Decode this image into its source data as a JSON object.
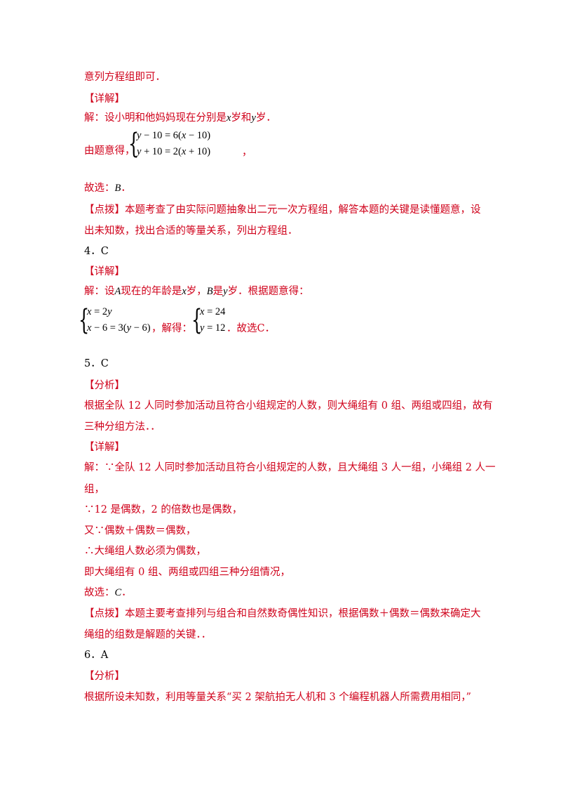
{
  "lines": {
    "l1": "意列方程组即可．",
    "l2": "【详解】",
    "l3a": "解：设小明和他妈妈现在分别是",
    "l3b": "x",
    "l3c": "岁和",
    "l3d": "y",
    "l3e": "岁．",
    "l4a": "由题意得，",
    "l4b": "，",
    "l5a": "故选：",
    "l5b": "B",
    "l5c": "．",
    "l6": "【点拨】本题考查了由实际问题抽象出二元一次方程组，解答本题的关键是读懂题意，设",
    "l7": "出未知数，找出合适的等量关系，列出方程组．",
    "l8": "4．C",
    "l9": "【详解】",
    "l10a": "解：设",
    "l10b": "A",
    "l10c": "现在的年龄是",
    "l10d": "x",
    "l10e": "岁，",
    "l10f": "B",
    "l10g": "是",
    "l10h": "y",
    "l10i": "岁．根据题意得：",
    "l11a": "，解得：",
    "l11b": "．故选C．",
    "l12": "5．C",
    "l13": "【分析】",
    "l14": "根据全队 12 人同时参加活动且符合小组规定的人数，则大绳组有 0 组、两组或四组，故有",
    "l15": "三种分组方法．．",
    "l16": "【详解】",
    "l17": "解：∵全队 12 人同时参加活动且符合小组规定的人数，且大绳组 3 人一组，小绳组 2 人一",
    "l18": "组，",
    "l19": "∵12 是偶数，2 的倍数也是偶数，",
    "l20": "又∵偶数＋偶数＝偶数，",
    "l21": "∴大绳组人数必须为偶数，",
    "l22": "即大绳组有 0 组、两组或四组三种分组情况，",
    "l23a": "故选：",
    "l23b": "C",
    "l23c": "．",
    "l24": "【点拨】本题主要考查排列与组合和自然数奇偶性知识，根据偶数＋偶数＝偶数来确定大",
    "l25": "绳组的组数是解题的关键．．",
    "l26": "6．A",
    "l27": "【分析】",
    "l28": "根据所设未知数，利用等量关系“买 2 架航拍无人机和 3 个编程机器人所需费用相同，”"
  },
  "eq1": {
    "r1": [
      "y",
      " − 10 = 6(",
      "x",
      " − 10)"
    ],
    "r2": [
      "y",
      " + 10 = 2(",
      "x",
      " + 10)"
    ]
  },
  "eq2": {
    "r1": [
      "x",
      " = 2",
      "y"
    ],
    "r2": [
      "x",
      " − 6 = 3(",
      "y",
      " − 6)"
    ]
  },
  "eq3": {
    "r1": [
      "x",
      " = 24"
    ],
    "r2": [
      "y",
      " = 12"
    ]
  }
}
